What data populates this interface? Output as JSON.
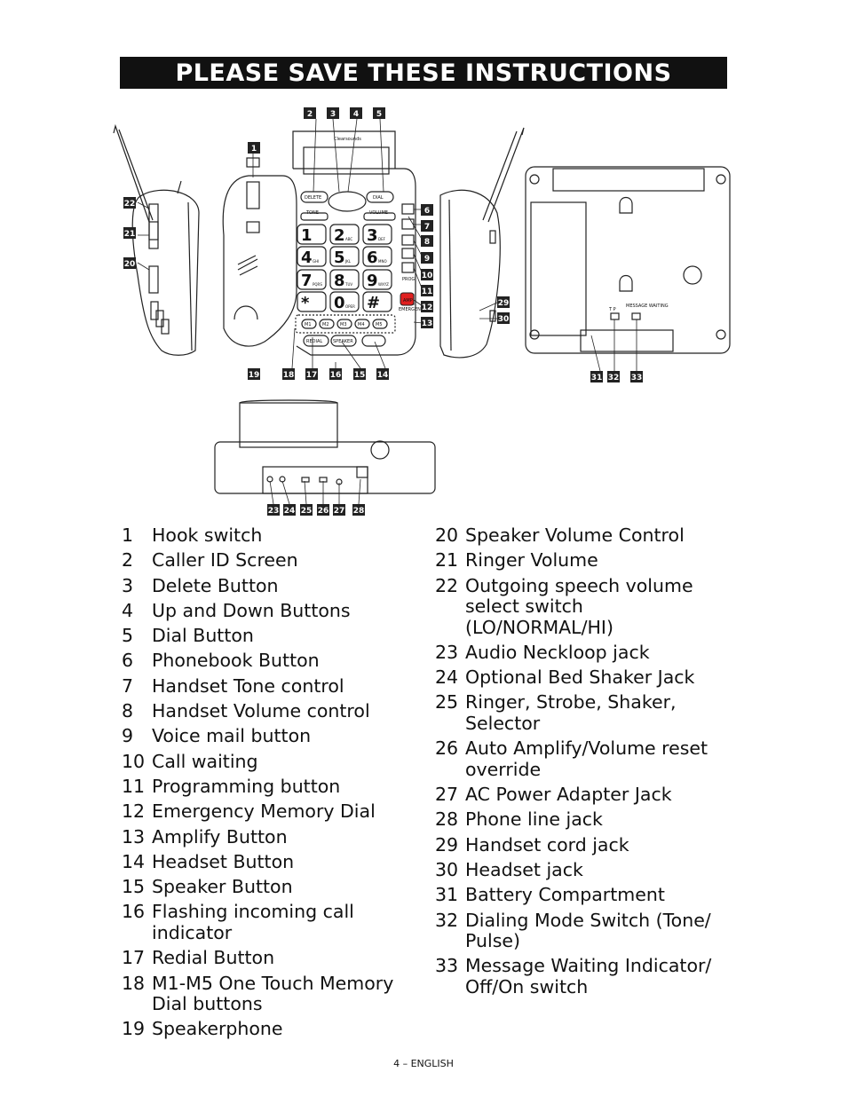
{
  "header": {
    "title": "PLEASE SAVE THESE INSTRUCTIONS"
  },
  "figure": {
    "brand": "Clearsounds",
    "keys": [
      "1",
      "2",
      "3",
      "4",
      "5",
      "6",
      "7",
      "8",
      "9",
      "*",
      "0",
      "#"
    ],
    "key_letters": [
      "",
      "ABC",
      "DEF",
      "GHI",
      "JKL",
      "MNO",
      "PQRS",
      "TUV",
      "WXYZ",
      "",
      "OPER",
      ""
    ],
    "memory_keys": [
      "M1",
      "M2",
      "M3",
      "M4",
      "M5"
    ],
    "labels": {
      "delete": "DELETE",
      "dial": "DIAL",
      "tone": "TONE",
      "volume": "VOLUME",
      "redial": "REDIAL",
      "speaker": "SPEAKER",
      "prog": "PROG",
      "emergency": "EMERGENCY",
      "amp": "AMP",
      "tone_pulse": "T  P",
      "message_waiting": "MESSAGE WAITING"
    },
    "callouts": [
      "1",
      "2",
      "3",
      "4",
      "5",
      "6",
      "7",
      "8",
      "9",
      "10",
      "11",
      "12",
      "13",
      "14",
      "15",
      "16",
      "17",
      "18",
      "19",
      "20",
      "21",
      "22",
      "23",
      "24",
      "25",
      "26",
      "27",
      "28",
      "29",
      "30",
      "31",
      "32",
      "33"
    ]
  },
  "legend_left": [
    {
      "num": "1",
      "text": "Hook switch"
    },
    {
      "num": "2",
      "text": "Caller ID Screen"
    },
    {
      "num": "3",
      "text": "Delete Button"
    },
    {
      "num": "4",
      "text": "Up and Down Buttons"
    },
    {
      "num": "5",
      "text": "Dial Button"
    },
    {
      "num": "6",
      "text": "Phonebook Button"
    },
    {
      "num": "7",
      "text": "Handset Tone control"
    },
    {
      "num": "8",
      "text": "Handset Volume control"
    },
    {
      "num": "9",
      "text": "Voice mail button"
    },
    {
      "num": "10",
      "text": "Call waiting"
    },
    {
      "num": "11",
      "text": "Programming button"
    },
    {
      "num": "12",
      "text": "Emergency Memory Dial"
    },
    {
      "num": "13",
      "text": "Amplify Button"
    },
    {
      "num": "14",
      "text": "Headset Button"
    },
    {
      "num": "15",
      "text": "Speaker Button"
    },
    {
      "num": "16",
      "text": "Flashing incoming call indicator"
    },
    {
      "num": "17",
      "text": "Redial Button"
    },
    {
      "num": "18",
      "text": "M1-M5 One Touch Memory Dial buttons"
    },
    {
      "num": "19",
      "text": "Speakerphone"
    }
  ],
  "legend_right": [
    {
      "num": "20",
      "text": "Speaker Volume Control"
    },
    {
      "num": "21",
      "text": "Ringer Volume"
    },
    {
      "num": "22",
      "text": "Outgoing speech volume select switch (LO/NORMAL/HI)"
    },
    {
      "num": "23",
      "text": "Audio Neckloop jack"
    },
    {
      "num": "24",
      "text": "Optional Bed Shaker Jack"
    },
    {
      "num": "25",
      "text": "Ringer, Strobe, Shaker, Selector"
    },
    {
      "num": "26",
      "text": "Auto Amplify/Volume reset override"
    },
    {
      "num": "27",
      "text": "AC Power Adapter Jack"
    },
    {
      "num": "28",
      "text": "Phone line jack"
    },
    {
      "num": "29",
      "text": "Handset cord jack"
    },
    {
      "num": "30",
      "text": "Headset jack"
    },
    {
      "num": "31",
      "text": "Battery Compartment"
    },
    {
      "num": "32",
      "text": "Dialing Mode Switch (Tone/ Pulse)"
    },
    {
      "num": "33",
      "text": "Message Waiting Indicator/ Off/On switch"
    }
  ],
  "footer": {
    "page": "4 – ENGLISH"
  }
}
